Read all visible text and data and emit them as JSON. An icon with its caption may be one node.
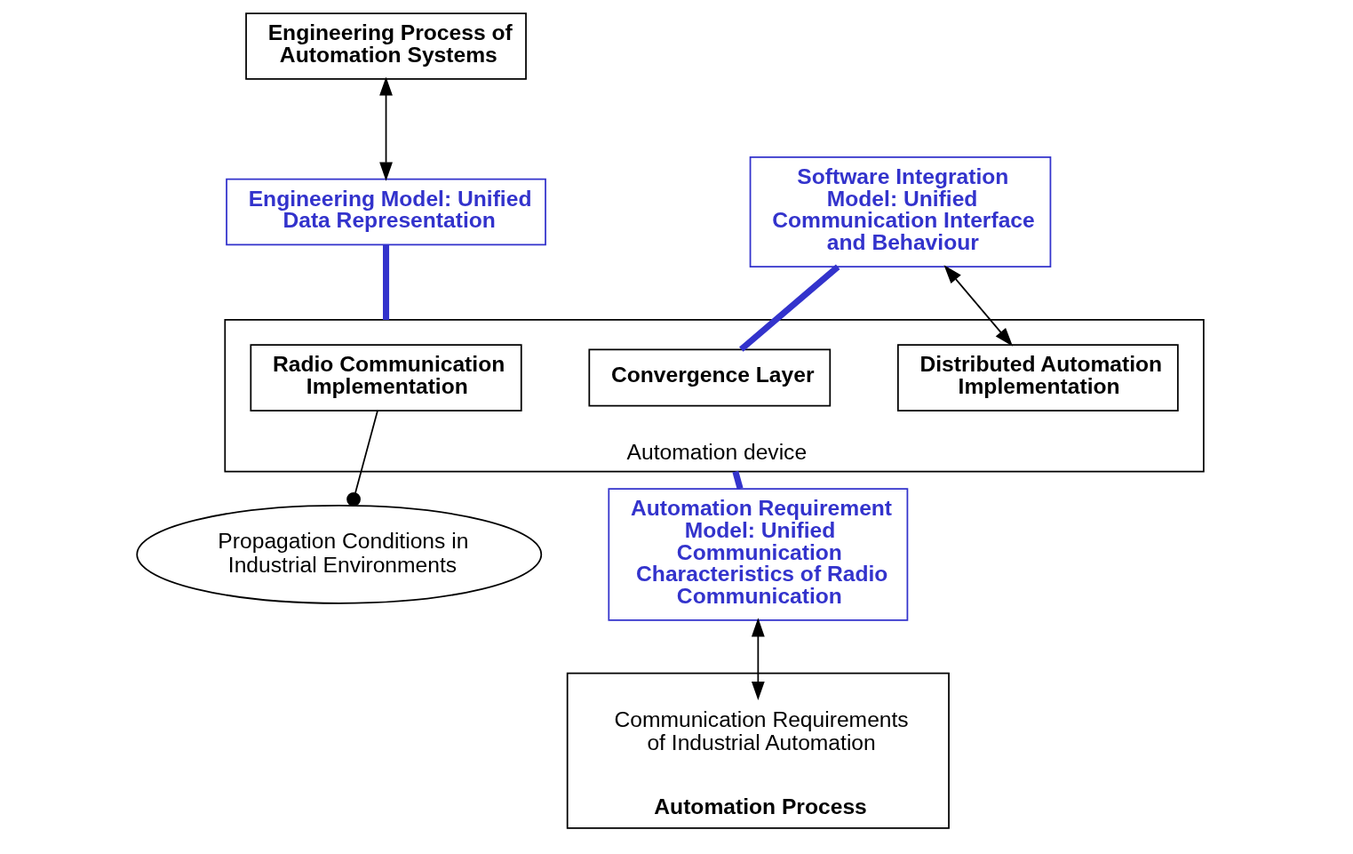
{
  "diagram": {
    "nodes": [
      {
        "text": [
          "Engineering Process of Automation Systems"
        ]
      },
      {
        "text": [
          "Propagation Conditions in Industrial Environments"
        ]
      },
      {
        "text": [
          "Automation device"
        ]
      },
      {
        "text": [
          "Radio Communication Implementation"
        ],
        "in": 2
      },
      {
        "text": [
          "Convergence Layer"
        ],
        "in": 2
      },
      {
        "text": [
          "Distributed Automation Implementation"
        ],
        "in": 2
      },
      {
        "text": [
          "Engineering Model: Unified Data Representation"
        ]
      },
      {
        "text": [
          "Software Integration Model: Unified Communication Interface and Behaviour"
        ]
      },
      {
        "text": [
          "Automation Requirement Model: Unified Communication Characteristics of Radio Communication"
        ]
      },
      {
        "text": [
          "Automation Process"
        ]
      },
      {
        "text": [
          "Communication Requirements of Industrial Automation"
        ],
        "in": 9
      }
    ],
    "edges": [
      {
        "from": 0,
        "to": 6,
        "arrow": "both"
      },
      {
        "from": 3,
        "to": 1,
        "arrow": "other"
      },
      {
        "from": 6,
        "to": 2,
        "arrow": "none",
        "style": "thick",
        "color": "#3333cc"
      },
      {
        "from": 7,
        "to": 4,
        "arrow": "none",
        "style": "thick",
        "color": "#3333cc"
      },
      {
        "from": 7,
        "to": 5,
        "arrow": "both"
      },
      {
        "from": 2,
        "to": 8,
        "arrow": "none",
        "style": "thick",
        "color": "#3333cc"
      },
      {
        "from": 8,
        "to": 10,
        "arrow": "both"
      }
    ]
  }
}
